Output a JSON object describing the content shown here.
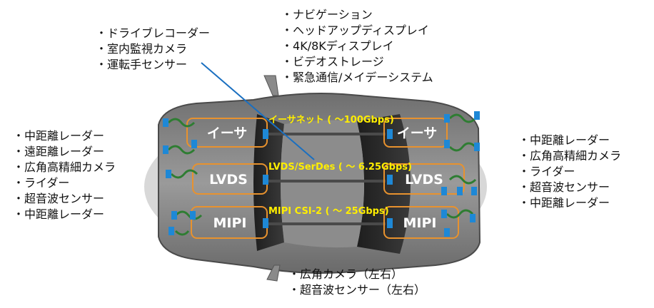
{
  "top_left_list": [
    "ドライブレコーダー",
    "室内監視カメラ",
    "運転手センサー"
  ],
  "top_right_list": [
    "ナビゲーション",
    "ヘッドアップディスプレイ",
    "4K/8Kディスプレイ",
    "ビデオストレージ",
    "緊急通信/メイデーシステム"
  ],
  "left_list": [
    "中距離レーダー",
    "遠距離レーダー",
    "広角高精細カメラ",
    "ライダー",
    "超音波センサー",
    "中距離レーダー"
  ],
  "right_list": [
    "中距離レーダー",
    "広角高精細カメラ",
    "ライダー",
    "超音波センサー",
    "中距離レーダー"
  ],
  "bottom_list": [
    "広角カメラ（左右）",
    "超音波センサー（左右）"
  ],
  "links": {
    "ethernet": {
      "left": "イーサ",
      "right": "イーサ",
      "label": "イーサネット ( ～100Gbps)"
    },
    "lvds": {
      "left": "LVDS",
      "right": "LVDS",
      "label": "LVDS/SerDes ( ～ 6.25Gbps)"
    },
    "mipi": {
      "left": "MIPI",
      "right": "MIPI",
      "label": "MIPI CSI-2 ( ～ 25Gbps)"
    }
  },
  "colors": {
    "box_border": "#e8922e",
    "bus_label": "#ffee00",
    "sensor": "#1e88d6",
    "cable": "#2e7d32",
    "pointer_line": "#1a6fc0"
  }
}
